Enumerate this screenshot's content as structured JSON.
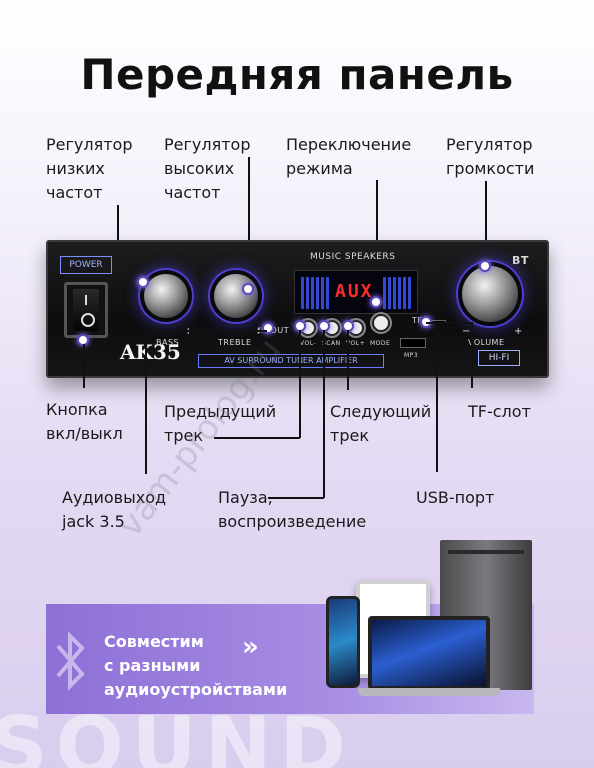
{
  "title": "Передняя панель",
  "labels": {
    "bass": "Регулятор\nнизких\nчастот",
    "treble": "Регулятор\nвысоких\nчастот",
    "mode": "Переключение\nрежима",
    "volume": "Регулятор\nгромкости",
    "power": "Кнопка\nвкл/выкл",
    "prev": "Предыдущий\nтрек",
    "next": "Следующий\nтрек",
    "tf": "TF-слот",
    "audio_out": "Аудиовыход\njack 3.5",
    "pause": "Пауза,\nвоспроизведение",
    "usb": "USB-порт"
  },
  "amplifier": {
    "power_label": "POWER",
    "header": "MUSIC SPEAKERS",
    "bt": "BT",
    "display_value": "AUX",
    "bass": "BASS",
    "treble": "TREBLE",
    "inout": "IN/OUT",
    "vol_minus": "VOL-",
    "scan": "SCAN",
    "vol_plus": "VOL+",
    "mode": "MODE",
    "tf": "TF",
    "mp3": "MP3",
    "volume": "VOLUME",
    "brand": "AK35",
    "strip": "AV SURROUND TUNER AMPLIFIER",
    "hifi": "HI-FI",
    "minus": "−",
    "plus": "+"
  },
  "banner": {
    "text": "Совместим\nс разными\nаудиоустройствами",
    "chevron": "»"
  },
  "watermark": "vam-prolog.ru",
  "background_word": "SOUND"
}
